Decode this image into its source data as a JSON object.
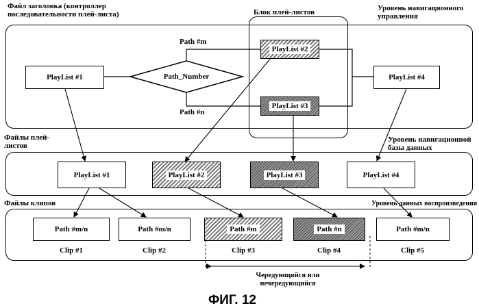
{
  "labels": {
    "header_file": "Файл заголовка (контроллер\nпоследовательности плей-листа)",
    "playlist_block": "Блок плей-листов",
    "nav_level": "Уровень навигационного\nуправления",
    "playlist_files": "Файлы плей-\nлистов",
    "nav_db_level": "Уровень навигационной\nбазы данных",
    "clip_files": "Файлы клипов",
    "playback_level": "Уровень данных воспроизведения",
    "path_m": "Path #m",
    "path_n": "Path #n",
    "interleave": "Чередующийся или\nнечередующийся",
    "figure": "ФИГ. 12"
  },
  "nav_boxes": {
    "playlist1": "PlayList #1",
    "decision": "Path_Number",
    "playlist2": "PlayList #2",
    "playlist3": "PlayList #3",
    "playlist4": "PlayList #4"
  },
  "playlist_files": [
    "PlayList #1",
    "PlayList #2",
    "PlayList #3",
    "PlayList #4"
  ],
  "clips": [
    {
      "box": "Path #m/n",
      "label": "Clip #1"
    },
    {
      "box": "Path #m/n",
      "label": "Clip #2"
    },
    {
      "box": "Path #m",
      "label": "Clip #3"
    },
    {
      "box": "Path #n",
      "label": "Clip #4"
    },
    {
      "box": "Path #m/n",
      "label": "Clip #5"
    }
  ]
}
